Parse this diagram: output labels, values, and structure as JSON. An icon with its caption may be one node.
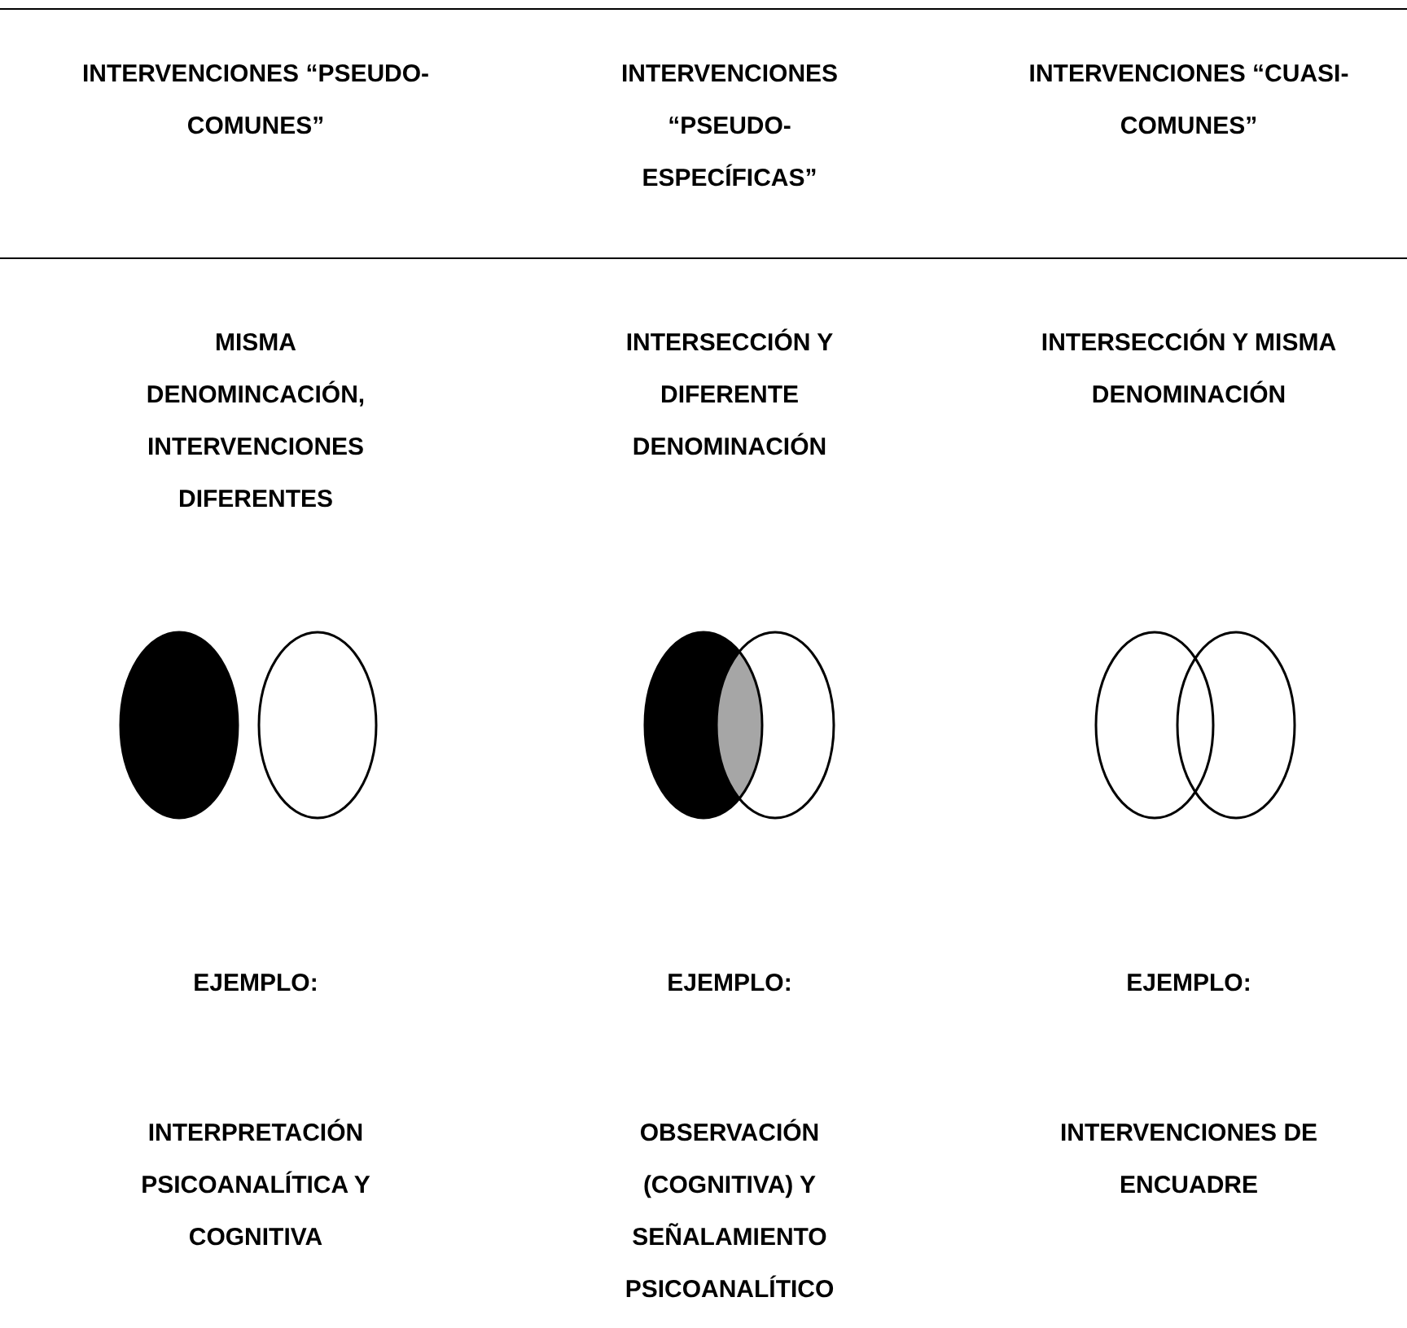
{
  "diagram": {
    "labels": [
      "INTERVENCIONES “PSEUDO-COMUNES”",
      "INTERVENCIONES “PSEUDO-ESPECÍFICAS”",
      "INTERVENCIONES “CUASI-COMUNES”",
      "MISMA DENOMINCACIÓN, INTERVENCIONES DIFERENTES",
      "INTERSECCIÓN Y DIFERENTE DENOMINACIÓN",
      "INTERSECCIÓN Y MISMA DENOMINACIÓN",
      "EJEMPLO:",
      "EJEMPLO:",
      "EJEMPLO:",
      "INTERPRETACIÓN PSICOANALÍTICA Y COGNITIVA",
      "OBSERVACIÓN (COGNITIVA) Y SEÑALAMIENTO PSICOANALÍTICO",
      "INTERVENCIONES DE ENCUADRE"
    ]
  }
}
